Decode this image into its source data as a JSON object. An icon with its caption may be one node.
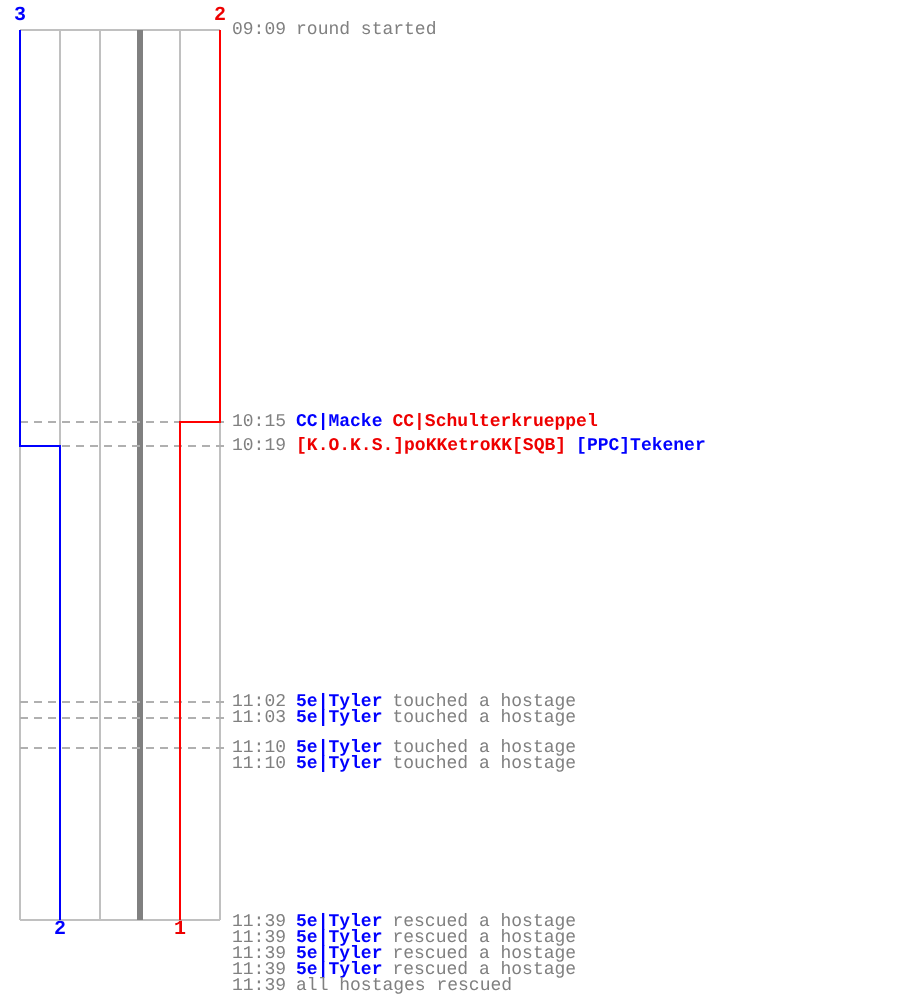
{
  "diagram": {
    "nodes": [
      {
        "text": [
          "3"
        ]
      },
      {
        "text": [
          "2"
        ]
      },
      {
        "text": [
          "2"
        ]
      },
      {
        "text": [
          "1"
        ]
      }
    ],
    "edges": [
      {
        "from": 0,
        "to": 2,
        "arrow": "none",
        "color": "#0000ff"
      },
      {
        "from": 1,
        "to": 3,
        "arrow": "none",
        "color": "#ff0000"
      }
    ],
    "labels": [
      "09:09",
      "round started",
      "10:15",
      "CC|Macke",
      "CC|Schulterkrueppel",
      "10:19",
      "[K.O.K.S.]poKKetroKK[SQB]",
      "[PPC]Tekener",
      "11:02",
      "5e|Tyler",
      "touched a hostage",
      "11:03",
      "5e|Tyler",
      "touched a hostage",
      "11:10",
      "5e|Tyler",
      "touched a hostage",
      "11:10",
      "5e|Tyler",
      "touched a hostage",
      "11:39",
      "5e|Tyler",
      "rescued a hostage",
      "11:39",
      "5e|Tyler",
      "rescued a hostage",
      "11:39",
      "5e|Tyler",
      "rescued a hostage",
      "11:39",
      "5e|Tyler",
      "rescued a hostage",
      "11:39",
      "all hostages rescued"
    ]
  }
}
